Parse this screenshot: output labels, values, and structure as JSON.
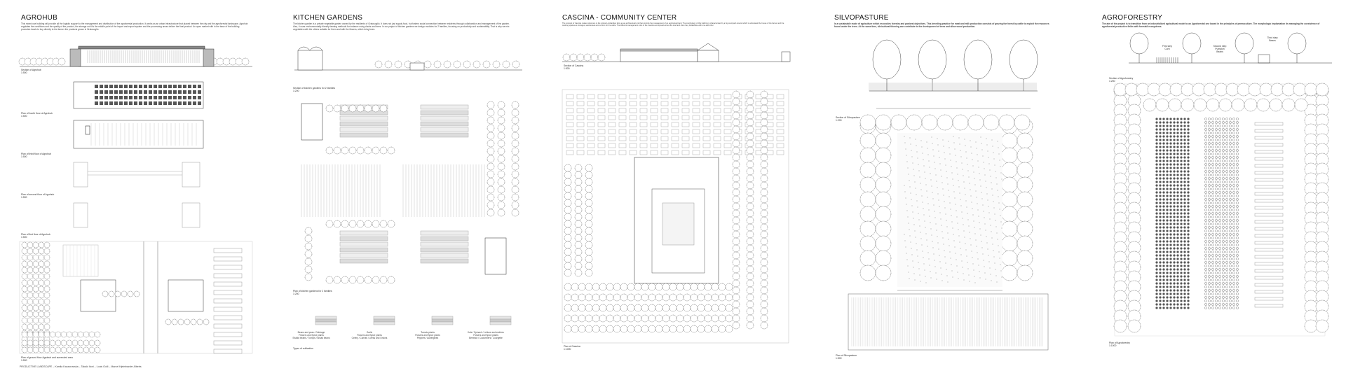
{
  "panels": {
    "agrohub": {
      "title": "AGROHUB",
      "description": "This mixed use building will provide all the logistic support to the management and distribution of the agroforestal production. It works as an urban infrastructure that placed between the city and the agroforestal landscape. Agrohub regulates the conditions and the quality of the product, the storage unit it's the middle point of the import and export system and the processing areas deliver the final product. An open market with in the base of the building promotes locals to buy directly to the farmer the products grown in Gratosoglio.",
      "captions": {
        "section": "Section of Agrohub",
        "section_scale": "1:500",
        "fourth": "Plan of fourth floor of Agrohub",
        "fourth_scale": "1:500",
        "third": "Plan of third floor of Agrohub",
        "third_scale": "1:500",
        "second": "Plan of second floor of Agrohub",
        "second_scale": "1:500",
        "first": "Plan of first floor of Agrohub",
        "first_scale": "1:500",
        "ground": "Plan of ground floor Agrohub and surrended area",
        "ground_scale": "1:500"
      }
    },
    "kitchen": {
      "title": "KITCHEN GARDENS",
      "description": "The kitchen garden is a private vegetable garden owned by the residents of Gratosoglio. It does not just supply food, but fosters social connection between residents through collaboration and management of the garden. Also, it uses environmentally friendly farming methods for instance using ducks and bees. In our project of kitchen gardens we design modules for 2 families, focusing on productivity and sustainability. That is why we mix vegetables with the others suitable for them and with the flowers, which bring bees.",
      "captions": {
        "section": "Section of kitchen gardens for 2 families",
        "section_scale": "1:200",
        "plan": "Plan of kitchen gardens for 2 families",
        "plan_scale": "1:250",
        "types": "Types of cultivation"
      },
      "legend": [
        {
          "l1": "Beans and peas / Cabbage",
          "l2": "Flowers and Spice plants",
          "l3": "Shallot beans / Turnips / Broad beans"
        },
        {
          "l1": "Garlic",
          "l2": "Flowers and Spice plants",
          "l3": "Celery / Carrots / Leeks and Onions"
        },
        {
          "l1": "Tomato plants",
          "l2": "Flowers and Spice plants",
          "l3": "Peppers / Aubergines"
        },
        {
          "l1": "Kale / Spinach / Lettuce and endives",
          "l2": "Flowers and Spice plants",
          "l3": "Beetroot / Cucumbers / Courgette"
        }
      ]
    },
    "cascina": {
      "title": "CASCINA - COMMUNITY CENTER",
      "description": "The concept of Cascina makes reference to the typical Lombardian farm as an architectural unit that controls the management of an agricultural land. The morphology of this building is characterised by a big courtyard around which is articulated the house of the farmer and the working spaces as storages, warehouses and a room for the cattle. The different management units of the Cascina are spread across the land and often they collaborate with one and other.",
      "captions": {
        "section": "Section of Cascina",
        "section_scale": "1:500",
        "plan": "Plan of Cascina",
        "plan_scale": "1:1000"
      }
    },
    "silvo": {
      "title": "SILVOPASTURE",
      "description": "Is a sustainable mode of agriculture which reconciles forestry and pastoral objectives. This breeding practice for meat and milk production consists of grazing the forest by cattle to exploit the resources found under the trees. At the same time, silvicultural thinning can contribute to the development of trees and allow wood production.",
      "captions": {
        "section": "Section of Silvopasture",
        "section_scale": "1:200",
        "plan": "Plan of Silvopasture",
        "plan_scale": "1:500"
      }
    },
    "agro": {
      "title": "AGROFORESTRY",
      "description": "The aim of the project is to transition from an industrialized agricultural model to an Agroforestal one based in the principles of permaculture. The morphologic implantation its managing the coexistence of agroforestal productive fields with forestall ecosystems.",
      "steps": [
        {
          "label": "First step",
          "crop": "Corn"
        },
        {
          "label": "Second step",
          "crop": "Pumpkin\nBeans"
        },
        {
          "label": "Third step",
          "crop": "Beans"
        }
      ],
      "captions": {
        "section": "Section of Agroforestry",
        "section_scale": "1:250",
        "plan": "Plan of Agroforestry",
        "plan_scale": "1:1000"
      }
    }
  },
  "footer": "PRODUCTIVE LANDSCAPE – Kamila Kaczorowska – Takaki Itoni – Louis Golli – Marcel Hjelmbarder Alberts"
}
